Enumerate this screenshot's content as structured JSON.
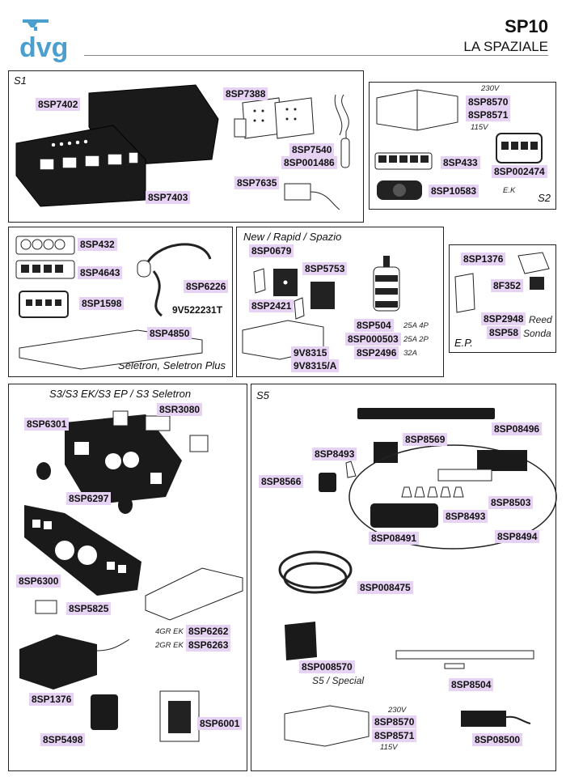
{
  "header": {
    "brand": "dvg",
    "model": "SP10",
    "manufacturer": "LA SPAZIALE"
  },
  "panels": {
    "s1": "S1",
    "s2": "S2",
    "seletron": "Seletron, Seletron Plus",
    "new_rapid": "New / Rapid / Spazio",
    "ep": "E.P.",
    "s3": "S3/S3 EK/S3 EP / S3 Seletron",
    "s5": "S5"
  },
  "labels": {
    "s1": [
      "8SP7402",
      "8SP7388",
      "8SP7540",
      "8SP001486",
      "8SP7635",
      "8SP7403"
    ],
    "s2": [
      "8SP8570",
      "8SP8571",
      "8SP433",
      "8SP002474",
      "8SP10583"
    ],
    "seletron": [
      "8SP432",
      "8SP4643",
      "8SP6226",
      "8SP1598",
      "9V522231T",
      "8SP4850"
    ],
    "new_rapid": [
      "8SP0679",
      "8SP5753",
      "8SP2421",
      "8SP504",
      "8SP000503",
      "8SP2496",
      "9V8315",
      "9V8315/A"
    ],
    "ep": [
      "8SP1376",
      "8F352",
      "8SP2948",
      "8SP58"
    ],
    "s3": [
      "8SR3080",
      "8SP6301",
      "8SP6297",
      "8SP6300",
      "8SP5825",
      "8SP6262",
      "8SP6263",
      "8SP1376",
      "8SP6001",
      "8SP5498"
    ],
    "s5": [
      "8SP08496",
      "8SP8569",
      "8SP8493",
      "8SP8566",
      "8SP8503",
      "8SP8493",
      "8SP08491",
      "8SP8494",
      "8SP008475",
      "8SP008570",
      "8SP8504",
      "8SP8570",
      "8SP8571",
      "8SP08500"
    ]
  },
  "notes": {
    "s2_230v": "230V",
    "s2_115v": "115V",
    "s2_ek": "E.K",
    "nr_25a4p": "25A 4P",
    "nr_25a2p": "25A 2P",
    "nr_32a": "32A",
    "ep_reed": "Reed",
    "ep_sonda": "Sonda",
    "s3_4grek": "4GR EK",
    "s3_2grek": "2GR EK",
    "s5_special": "S5 / Special",
    "s5_230v": "230V",
    "s5_115v": "115V"
  },
  "colors": {
    "brand_blue": "#4a9fcf",
    "label_bg": "#e6d2f2"
  }
}
